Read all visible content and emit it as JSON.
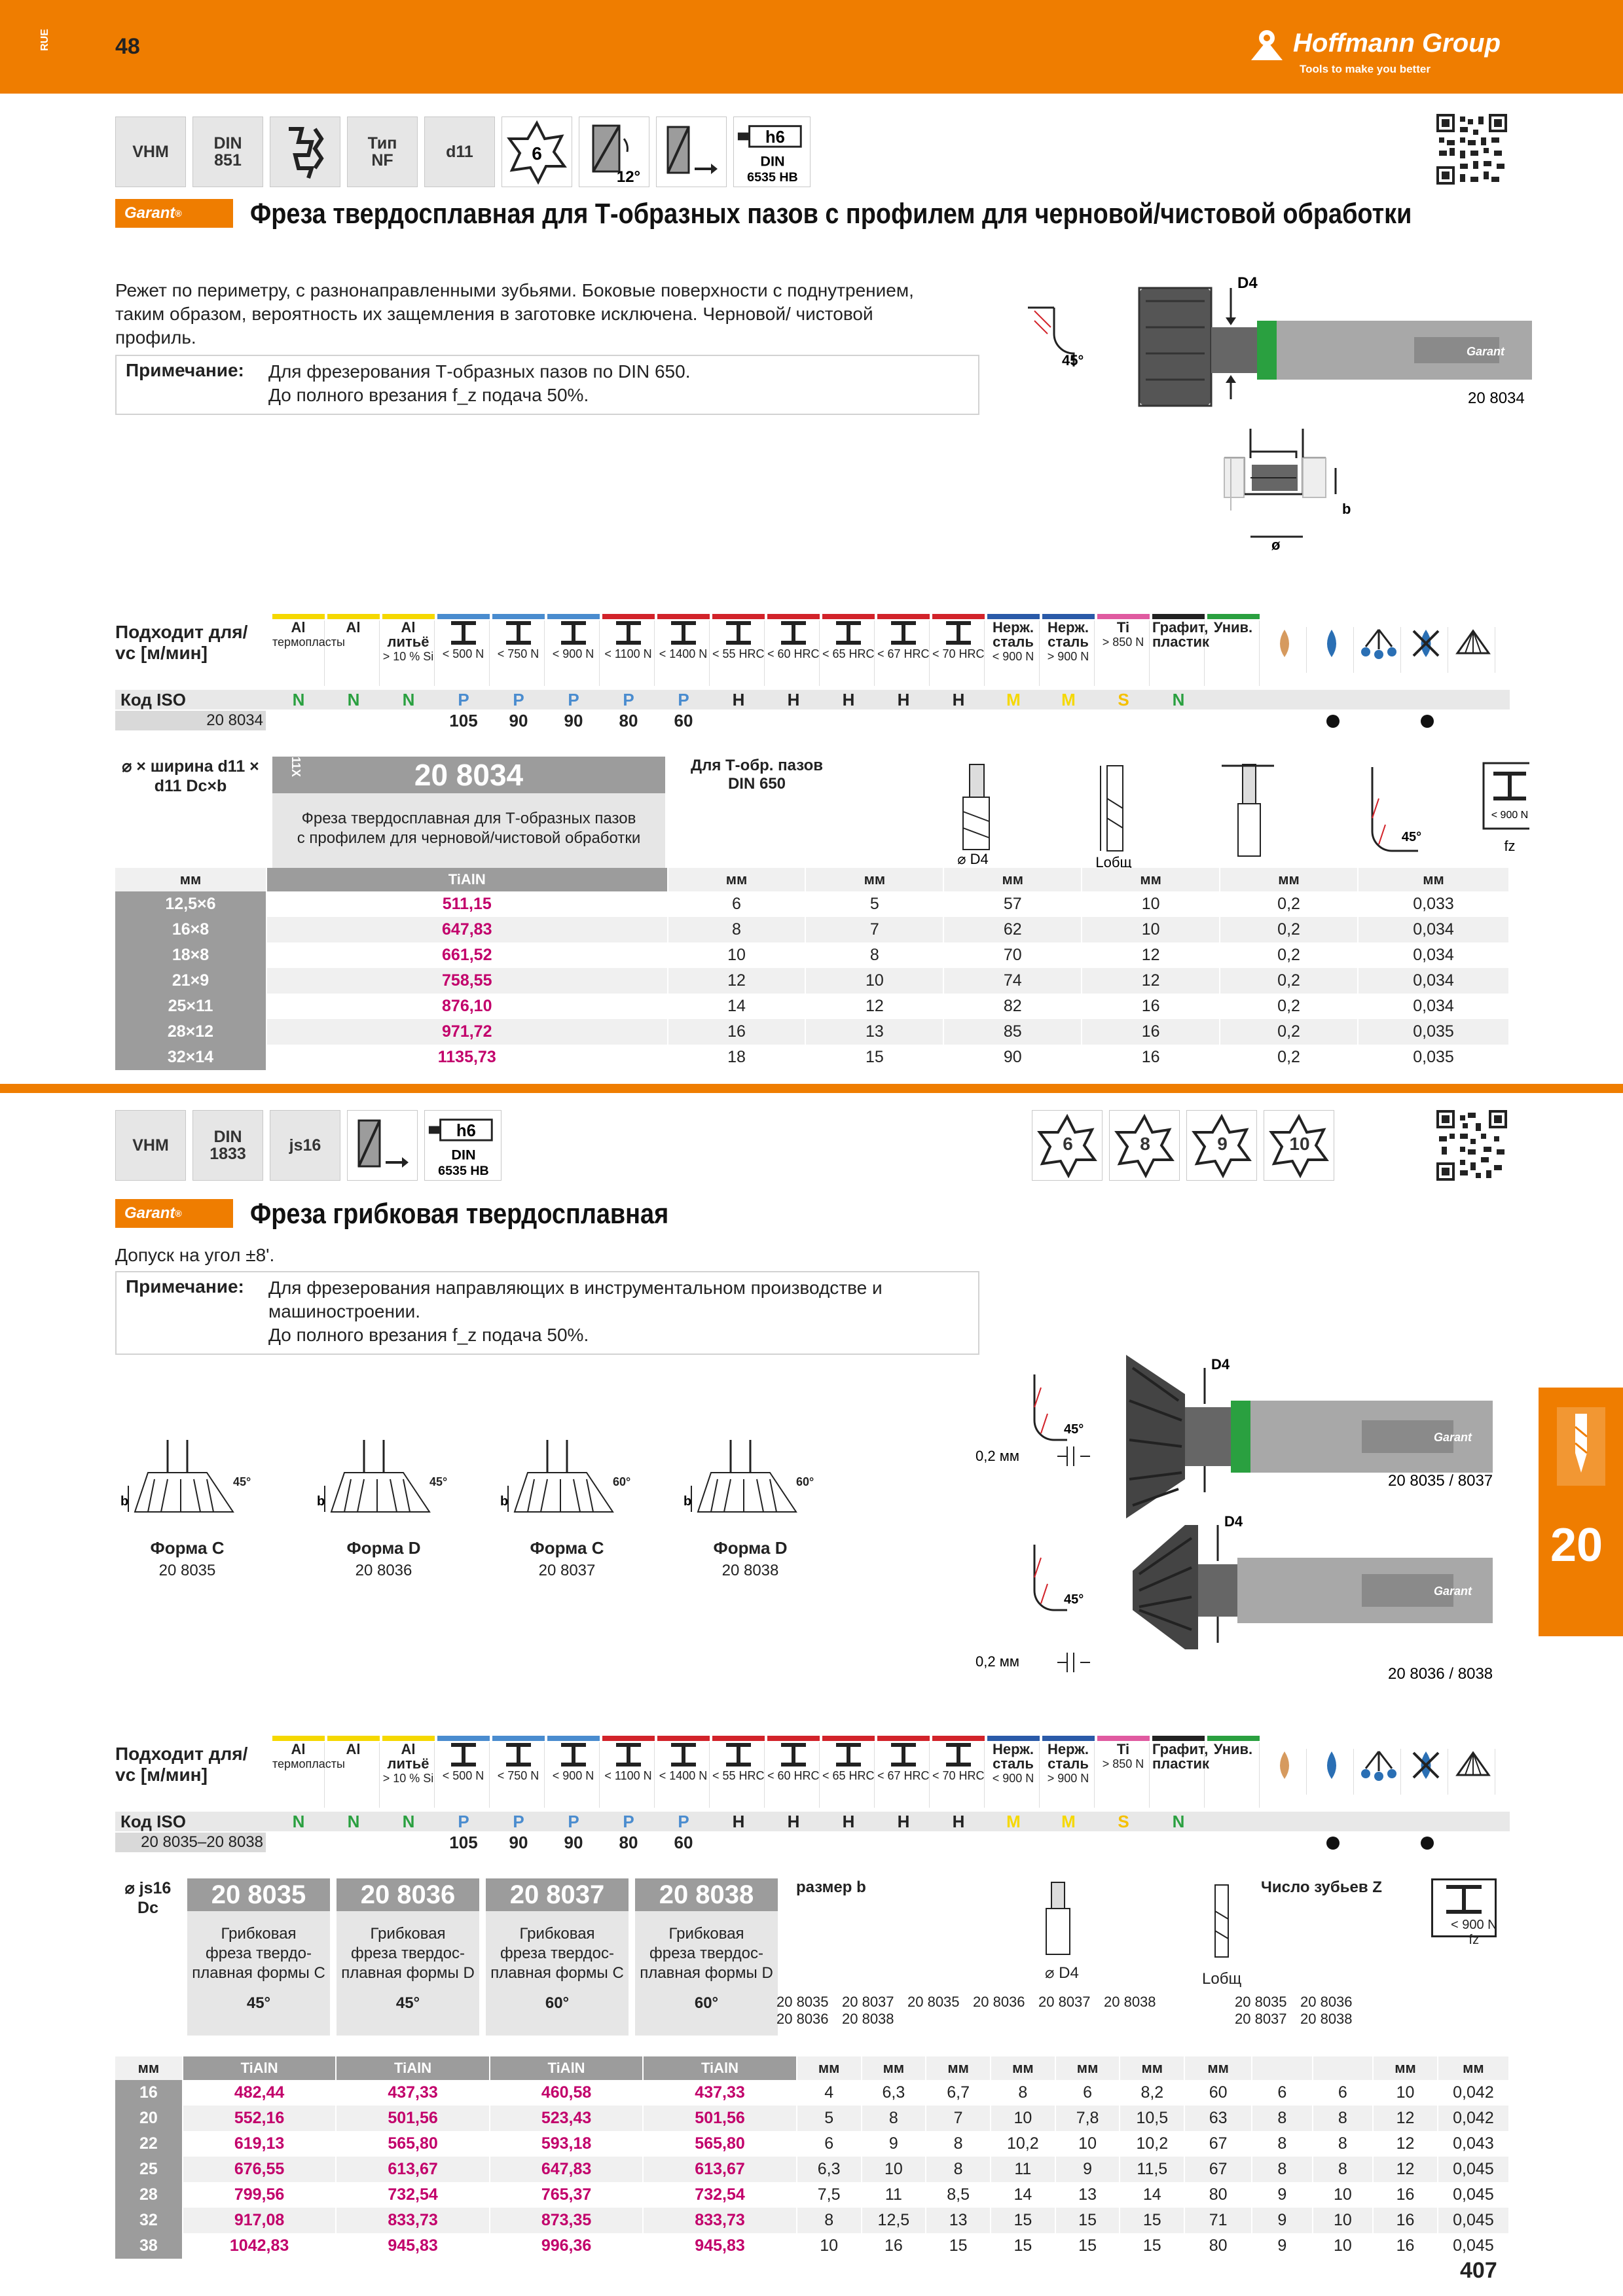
{
  "header": {
    "lang": "RUE",
    "page": "48",
    "brand": "Hoffmann Group",
    "brand_reg": "®",
    "tagline": "Tools to make you better"
  },
  "footer": {
    "page": "407"
  },
  "side_tab": {
    "number": "20"
  },
  "section1": {
    "badges": [
      "VHM",
      "DIN\n851",
      "",
      "Тип\nNF",
      "d11",
      "6",
      "12°",
      "",
      "h6\nDIN\n6535 HB"
    ],
    "brand": "Garant",
    "title": "Фреза твердосплавная для Т-образных пазов с профилем для черновой/чистовой обработки",
    "desc": "Режет по периметру, с разнонаправленными зубьями. Боковые поверхности с поднутрением,\nтаким образом, вероятность их защемления в заготовке исключена. Черновой/ чистовой\nпрофиль.",
    "note_label": "Примечание:",
    "note_text": "Для фрезерования Т-образных пазов по DIN 650.\nДо полного врезания f_z подача 50%.",
    "img_labels": {
      "d4": "D4",
      "angle": "45°",
      "code": "20 8034",
      "b": "b",
      "dia": "ø"
    },
    "suit": {
      "head": "Подходит для/\nvc [м/мин]",
      "cols": [
        {
          "t": "Al",
          "s": "термопласты",
          "c": "#f5d800"
        },
        {
          "t": "Al",
          "s": "",
          "c": "#f5d800"
        },
        {
          "t": "Al\nлитьё",
          "s": "> 10 % Si",
          "c": "#f5d800"
        },
        {
          "t": "",
          "s": "< 500 N",
          "c": "#4a8ccf"
        },
        {
          "t": "",
          "s": "< 750 N",
          "c": "#4a8ccf"
        },
        {
          "t": "",
          "s": "< 900 N",
          "c": "#4a8ccf"
        },
        {
          "t": "",
          "s": "< 1100 N",
          "c": "#d2232a"
        },
        {
          "t": "",
          "s": "< 1400 N",
          "c": "#d2232a"
        },
        {
          "t": "",
          "s": "< 55 HRC",
          "c": "#d2232a"
        },
        {
          "t": "",
          "s": "< 60 HRC",
          "c": "#d2232a"
        },
        {
          "t": "",
          "s": "< 65 HRC",
          "c": "#d2232a"
        },
        {
          "t": "",
          "s": "< 67 HRC",
          "c": "#d2232a"
        },
        {
          "t": "",
          "s": "< 70 HRC",
          "c": "#d2232a"
        },
        {
          "t": "Нерж.\nсталь",
          "s": "< 900 N",
          "c": "#2a5aa8"
        },
        {
          "t": "Нерж.\nсталь",
          "s": "> 900 N",
          "c": "#2a5aa8"
        },
        {
          "t": "Ti",
          "s": "> 850 N",
          "c": "#e05aa0"
        },
        {
          "t": "Графит,\nпластик",
          "s": "",
          "c": "#222"
        },
        {
          "t": "Унив.",
          "s": "",
          "c": "#2aa040"
        }
      ],
      "iso_label": "Код ISO",
      "iso": [
        "N",
        "N",
        "N",
        "P",
        "P",
        "P",
        "P",
        "P",
        "H",
        "H",
        "H",
        "H",
        "H",
        "M",
        "M",
        "S",
        "N"
      ],
      "iso_colors": [
        "#2aa040",
        "#2aa040",
        "#2aa040",
        "#4a8ccf",
        "#4a8ccf",
        "#4a8ccf",
        "#4a8ccf",
        "#4a8ccf",
        "#222",
        "#222",
        "#222",
        "#222",
        "#222",
        "#f5d800",
        "#f5d800",
        "#f5c000",
        "#2aa040"
      ],
      "row_code": "20 8034",
      "vc": [
        "",
        "",
        "",
        "105",
        "90",
        "90",
        "80",
        "60",
        "",
        "",
        "",
        "",
        "",
        "",
        "",
        "",
        "",
        ""
      ],
      "dots": [
        false,
        true,
        false,
        true,
        false
      ]
    },
    "table": {
      "col1_head": "⌀ × ширина d11 ×\nd11 Dc×b",
      "code_head": "20 8034",
      "code_desc": "Фреза твердосплавная для Т-образных пазов\nс профилем для черновой/чистовой обработки",
      "coating": "TiAlN",
      "din_head": "Для Т-обр. пазов\nDIN 650",
      "icons": [
        "⌀ D4",
        "Lобщ",
        "",
        "45°",
        "< 900 N\nfz"
      ],
      "units": [
        "мм",
        "мм",
        "мм",
        "мм",
        "мм",
        "мм",
        "мм"
      ],
      "rows": [
        [
          "12,5×6",
          "511,15",
          "6",
          "5",
          "57",
          "10",
          "0,2",
          "0,033"
        ],
        [
          "16×8",
          "647,83",
          "8",
          "7",
          "62",
          "10",
          "0,2",
          "0,034"
        ],
        [
          "18×8",
          "661,52",
          "10",
          "8",
          "70",
          "12",
          "0,2",
          "0,034"
        ],
        [
          "21×9",
          "758,55",
          "12",
          "10",
          "74",
          "12",
          "0,2",
          "0,034"
        ],
        [
          "25×11",
          "876,10",
          "14",
          "12",
          "82",
          "16",
          "0,2",
          "0,034"
        ],
        [
          "28×12",
          "971,72",
          "16",
          "13",
          "85",
          "16",
          "0,2",
          "0,035"
        ],
        [
          "32×14",
          "1135,73",
          "18",
          "15",
          "90",
          "16",
          "0,2",
          "0,035"
        ]
      ]
    }
  },
  "section2": {
    "badges": [
      "VHM",
      "DIN\n1833",
      "js16",
      "",
      "h6\nDIN\n6535 HB"
    ],
    "teeth": [
      "6",
      "8",
      "9",
      "10"
    ],
    "title": "Фреза грибковая твердосплавная",
    "tol": "Допуск на угол ±8'.",
    "note_label": "Примечание:",
    "note_text": "Для фрезерования направляющих в инструментальном производстве и\nмашиностроении.\nДо полного врезания f_z подача 50%.",
    "forms": [
      {
        "name": "Форма C",
        "code": "20 8035",
        "angle": "45°"
      },
      {
        "name": "Форма D",
        "code": "20 8036",
        "angle": "45°"
      },
      {
        "name": "Форма C",
        "code": "20 8037",
        "angle": "60°"
      },
      {
        "name": "Форма D",
        "code": "20 8038",
        "angle": "60°"
      }
    ],
    "img1": {
      "d4": "D4",
      "angle": "45°",
      "gap": "0,2 мм",
      "code": "20 8035 / 8037"
    },
    "img2": {
      "d4": "D4",
      "angle": "45°",
      "gap": "0,2 мм",
      "code": "20 8036 / 8038"
    },
    "suit_row_code": "20 8035–20 8038",
    "table": {
      "col1_head": "⌀ js16\nDc",
      "codes": [
        "20 8035",
        "20 8036",
        "20 8037",
        "20 8038"
      ],
      "descs": [
        "Грибковая\nфреза твердо-\nплавная формы C",
        "Грибковая\nфреза твердос-\nплавная формы D",
        "Грибковая\nфреза твердос-\nплавная формы C",
        "Грибковая\nфреза твердос-\nплавная формы D"
      ],
      "angles": [
        "45°",
        "45°",
        "60°",
        "60°"
      ],
      "coating": "TiAlN",
      "size_b": "размер b",
      "d4": "⌀ D4",
      "lges": "Lобщ",
      "z_head": "Число зубьев Z",
      "fz": "< 900 N\nfz",
      "sub": [
        "20 8035\n20 8036",
        "20 8037\n20 8038",
        "20 8035",
        "20 8036",
        "20 8037",
        "20 8038",
        "",
        "20 8035\n20 8037",
        "20 8036\n20 8038",
        "",
        ""
      ],
      "units": [
        "мм",
        "мм",
        "мм",
        "мм",
        "мм",
        "мм",
        "мм",
        "мм",
        "",
        "",
        "мм",
        "мм"
      ],
      "rows": [
        [
          "16",
          "482,44",
          "437,33",
          "460,58",
          "437,33",
          "4",
          "6,3",
          "6,7",
          "8",
          "6",
          "8,2",
          "60",
          "6",
          "6",
          "10",
          "0,042"
        ],
        [
          "20",
          "552,16",
          "501,56",
          "523,43",
          "501,56",
          "5",
          "8",
          "7",
          "10",
          "7,8",
          "10,5",
          "63",
          "8",
          "8",
          "12",
          "0,042"
        ],
        [
          "22",
          "619,13",
          "565,80",
          "593,18",
          "565,80",
          "6",
          "9",
          "8",
          "10,2",
          "10",
          "10,2",
          "67",
          "8",
          "8",
          "12",
          "0,043"
        ],
        [
          "25",
          "676,55",
          "613,67",
          "647,83",
          "613,67",
          "6,3",
          "10",
          "8",
          "11",
          "9",
          "11,5",
          "67",
          "8",
          "8",
          "12",
          "0,045"
        ],
        [
          "28",
          "799,56",
          "732,54",
          "765,37",
          "732,54",
          "7,5",
          "11",
          "8,5",
          "14",
          "13",
          "14",
          "80",
          "9",
          "10",
          "16",
          "0,045"
        ],
        [
          "32",
          "917,08",
          "833,73",
          "873,35",
          "833,73",
          "8",
          "12,5",
          "13",
          "15",
          "15",
          "15",
          "71",
          "9",
          "10",
          "16",
          "0,045"
        ],
        [
          "38",
          "1042,83",
          "945,83",
          "996,36",
          "945,83",
          "10",
          "16",
          "15",
          "15",
          "15",
          "15",
          "80",
          "9",
          "10",
          "16",
          "0,045"
        ]
      ]
    }
  }
}
